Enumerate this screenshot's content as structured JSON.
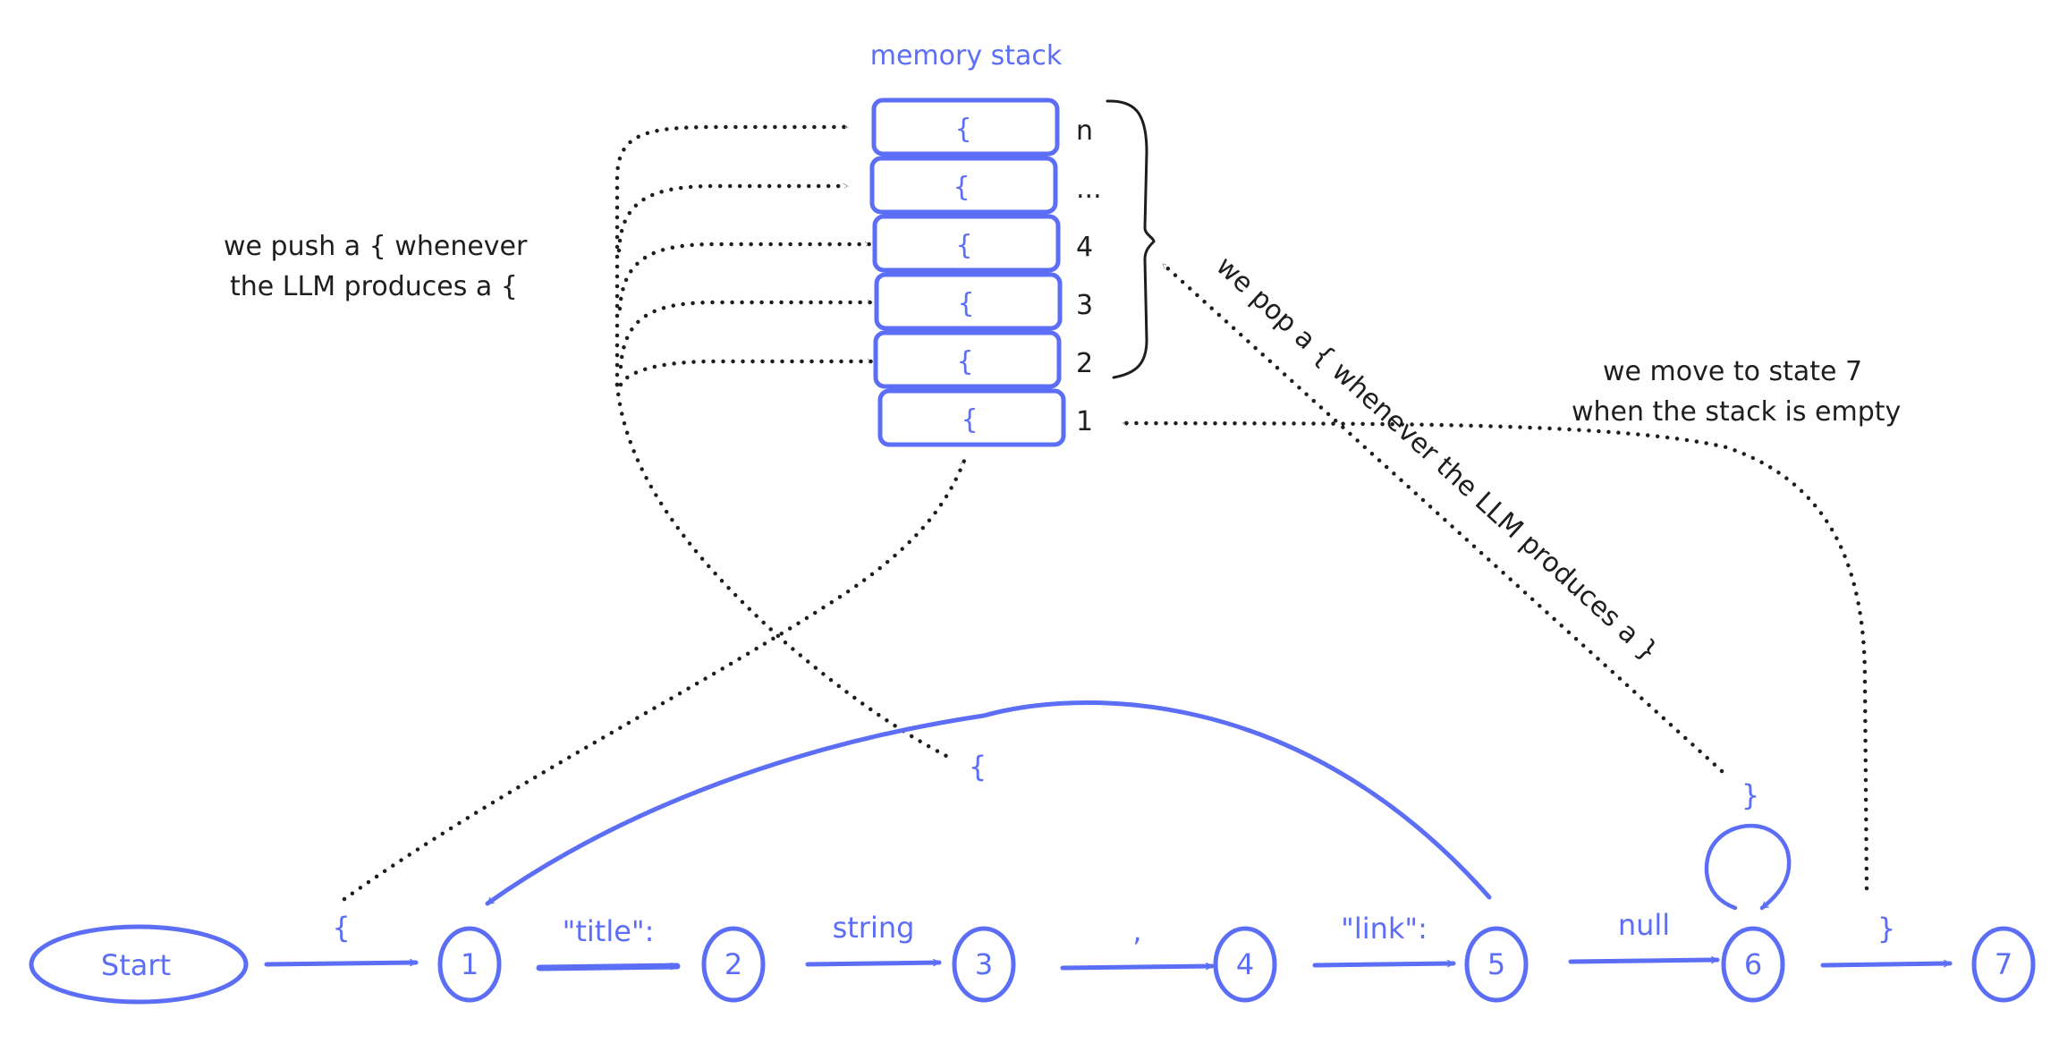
{
  "colors": {
    "accent": "#5b6ef5",
    "ink": "#1e1e1e",
    "background": "#ffffff"
  },
  "stack": {
    "title": "memory stack",
    "slots": [
      {
        "symbol": "{",
        "label": "n"
      },
      {
        "symbol": "{",
        "label": "..."
      },
      {
        "symbol": "{",
        "label": "4"
      },
      {
        "symbol": "{",
        "label": "3"
      },
      {
        "symbol": "{",
        "label": "2"
      },
      {
        "symbol": "{",
        "label": "1"
      }
    ]
  },
  "annotations": {
    "push_line1": "we push a { whenever",
    "push_line2": "the LLM produces a {",
    "pop": "we pop a { whenever the LLM produces a }",
    "empty_line1": "we move to state 7",
    "empty_line2": "when the stack is empty"
  },
  "automaton": {
    "start_label": "Start",
    "states": [
      "1",
      "2",
      "3",
      "4",
      "5",
      "6",
      "7"
    ],
    "transitions": [
      {
        "from": "Start",
        "to": "1",
        "label": "{"
      },
      {
        "from": "1",
        "to": "2",
        "label": "\"title\":"
      },
      {
        "from": "2",
        "to": "3",
        "label": "string"
      },
      {
        "from": "3",
        "to": "4",
        "label": ","
      },
      {
        "from": "4",
        "to": "5",
        "label": "\"link\":"
      },
      {
        "from": "5",
        "to": "6",
        "label": "null"
      },
      {
        "from": "6",
        "to": "7",
        "label": "}"
      }
    ],
    "back_edge": {
      "from": "5",
      "to": "1",
      "label": "{"
    },
    "self_loop": {
      "state": "6",
      "label": "}"
    }
  }
}
